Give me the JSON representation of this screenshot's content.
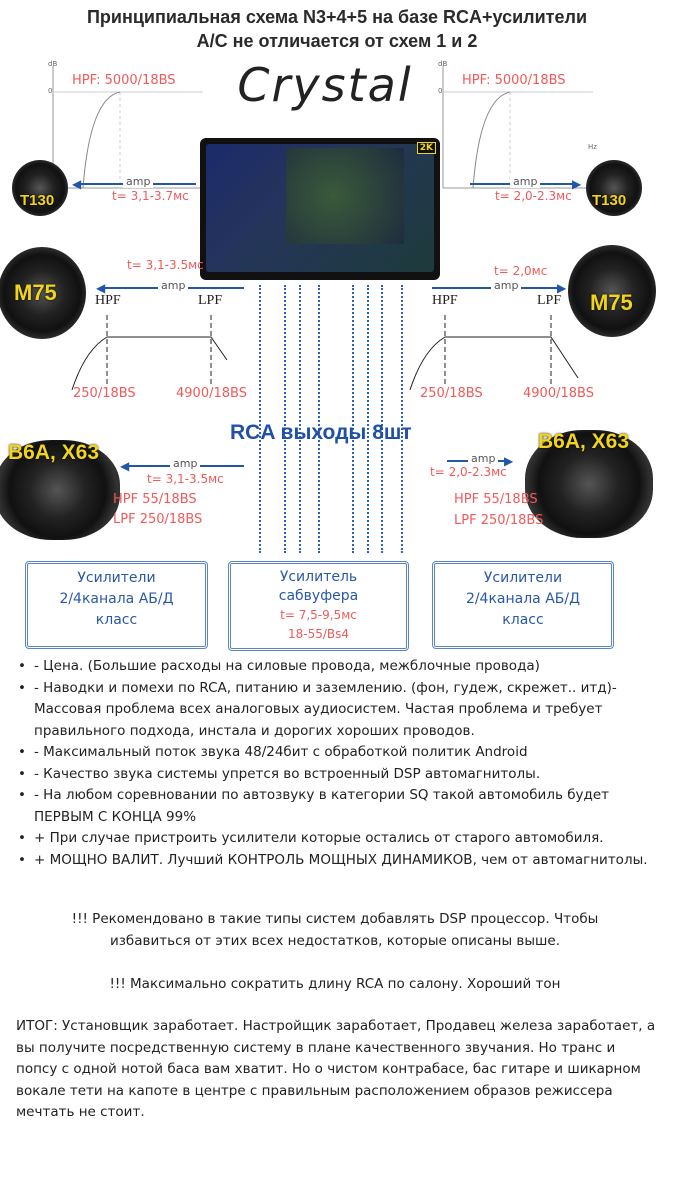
{
  "title": {
    "line1": "Принципиальная схема N3+4+5 на базе RCA+усилители",
    "line2": "А/С не отличается от схем 1 и 2"
  },
  "logo": "Crystal",
  "tweeter": {
    "filter": "HPF: 5000/18BS",
    "axis_db": "dB",
    "axis_zero": "0",
    "axis_hz": "Hz",
    "label": "T130",
    "left_delay": "t= 3,1-3.7мс",
    "right_delay": "t= 2,0-2.3мс",
    "amp": "amp"
  },
  "headunit": {
    "badge": "2K"
  },
  "mid": {
    "label": "M75",
    "left_delay": "t= 3,1-3.5мс",
    "right_delay": "t= 2,0мс",
    "amp": "amp",
    "hpf": "HPF",
    "lpf": "LPF",
    "hpf_value": "250/18BS",
    "lpf_value": "4900/18BS"
  },
  "rca": "RCA выходы 8шт",
  "woofer": {
    "label": "B6A, X63",
    "amp": "amp",
    "left_delay": "t= 3,1-3.5мс",
    "right_delay": "t= 2,0-2.3мс",
    "hpf": "HPF 55/18BS",
    "lpf": "LPF 250/18BS"
  },
  "boxes": {
    "left": [
      "Усилители",
      "2/4канала АБ/Д",
      "класс"
    ],
    "center": [
      "Усилитель",
      "сабвуфера",
      "t= 7,5-9,5мс",
      "18-55/Bs4"
    ],
    "right": [
      "Усилители",
      "2/4канала АБ/Д",
      "класс"
    ]
  },
  "bullets": [
    "- Цена. (Большие расходы на силовые провода, межблочные провода)",
    "- Наводки и помехи по RCA, питанию и заземлению. (фон, гудеж, скрежет.. итд)- Массовая проблема всех аналоговых аудиосистем. Частая проблема и требует правильного подхода, инстала и дорогих хороших проводов.",
    "- Максимальный поток звука 48/24бит с обработкой политик Android",
    "- Качество звука системы упрется во встроенный DSP автомагнитолы.",
    "- На любом соревновании по автозвуку в категории SQ такой автомобиль будет ПЕРВЫМ С КОНЦА 99%",
    "+  При случае пристроить усилители которые остались от старого автомобиля.",
    "+ МОЩНО ВАЛИТ. Лучший КОНТРОЛЬ МОЩНЫХ ДИНАМИКОВ, чем от автомагнитолы."
  ],
  "note1": "!!! Рекомендовано в такие типы систем добавлять DSP процессор. Чтобы избавиться от этих всех недостатков, которые описаны выше.",
  "note2": "!!! Максимально сократить длину RCA по салону. Хороший тон",
  "summary": "ИТОГ: Установщик заработает. Настройщик заработает, Продавец железа заработает, а вы получите посредственную систему в плане качественного звучания. Но транс и попсу с одной нотой баса вам хватит. Но о чистом контрабасе, бас гитаре и шикарном вокале тети на капоте в центре с правильным расположением образов режиссера мечтать не стоит."
}
